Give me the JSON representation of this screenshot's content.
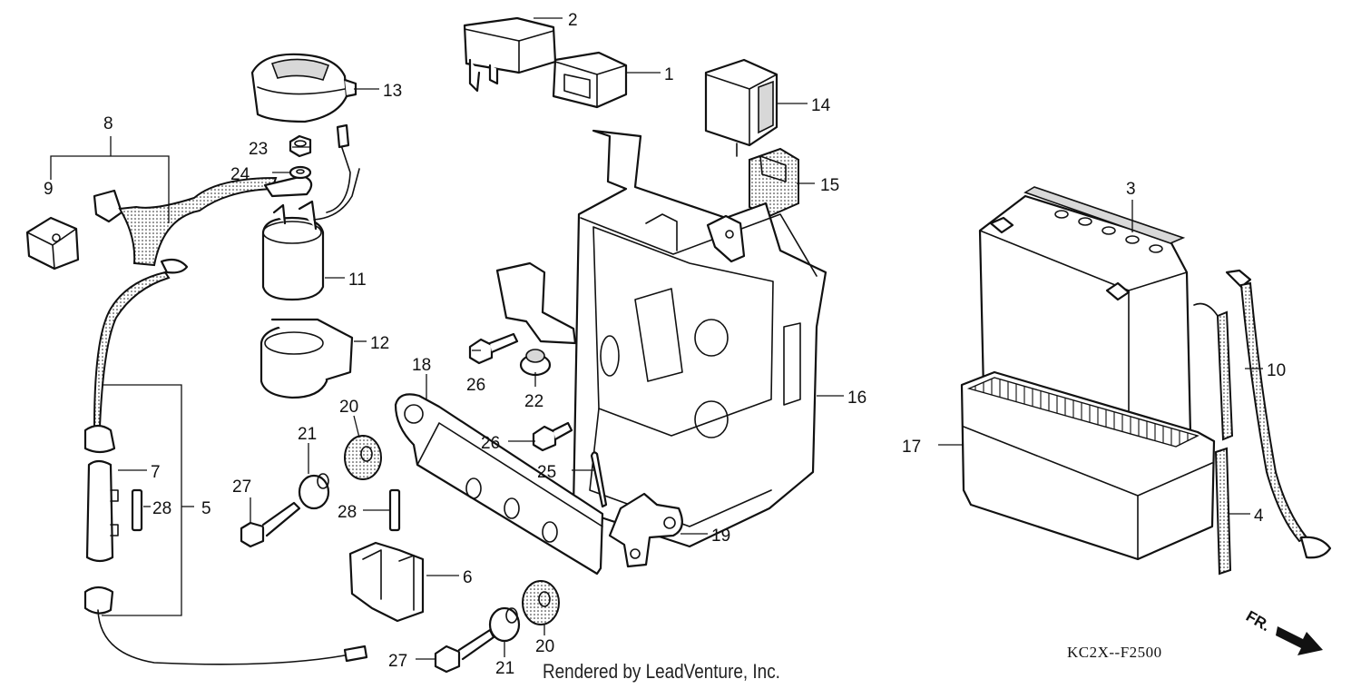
{
  "credit": "Rendered by LeadVenture, Inc.",
  "diagram_code": "KC2X--F2500",
  "direction_label": "FR.",
  "callouts": {
    "c1": "1",
    "c2": "2",
    "c3": "3",
    "c4": "4",
    "c5": "5",
    "c6": "6",
    "c7": "7",
    "c8": "8",
    "c9": "9",
    "c10": "10",
    "c11": "11",
    "c12": "12",
    "c13": "13",
    "c14": "14",
    "c15": "15",
    "c16": "16",
    "c17": "17",
    "c18": "18",
    "c19": "19",
    "c20a": "20",
    "c20b": "20",
    "c21a": "21",
    "c21b": "21",
    "c22": "22",
    "c23": "23",
    "c24": "24",
    "c25": "25",
    "c26a": "26",
    "c26b": "26",
    "c27a": "27",
    "c27b": "27",
    "c28a": "28",
    "c28b": "28"
  }
}
